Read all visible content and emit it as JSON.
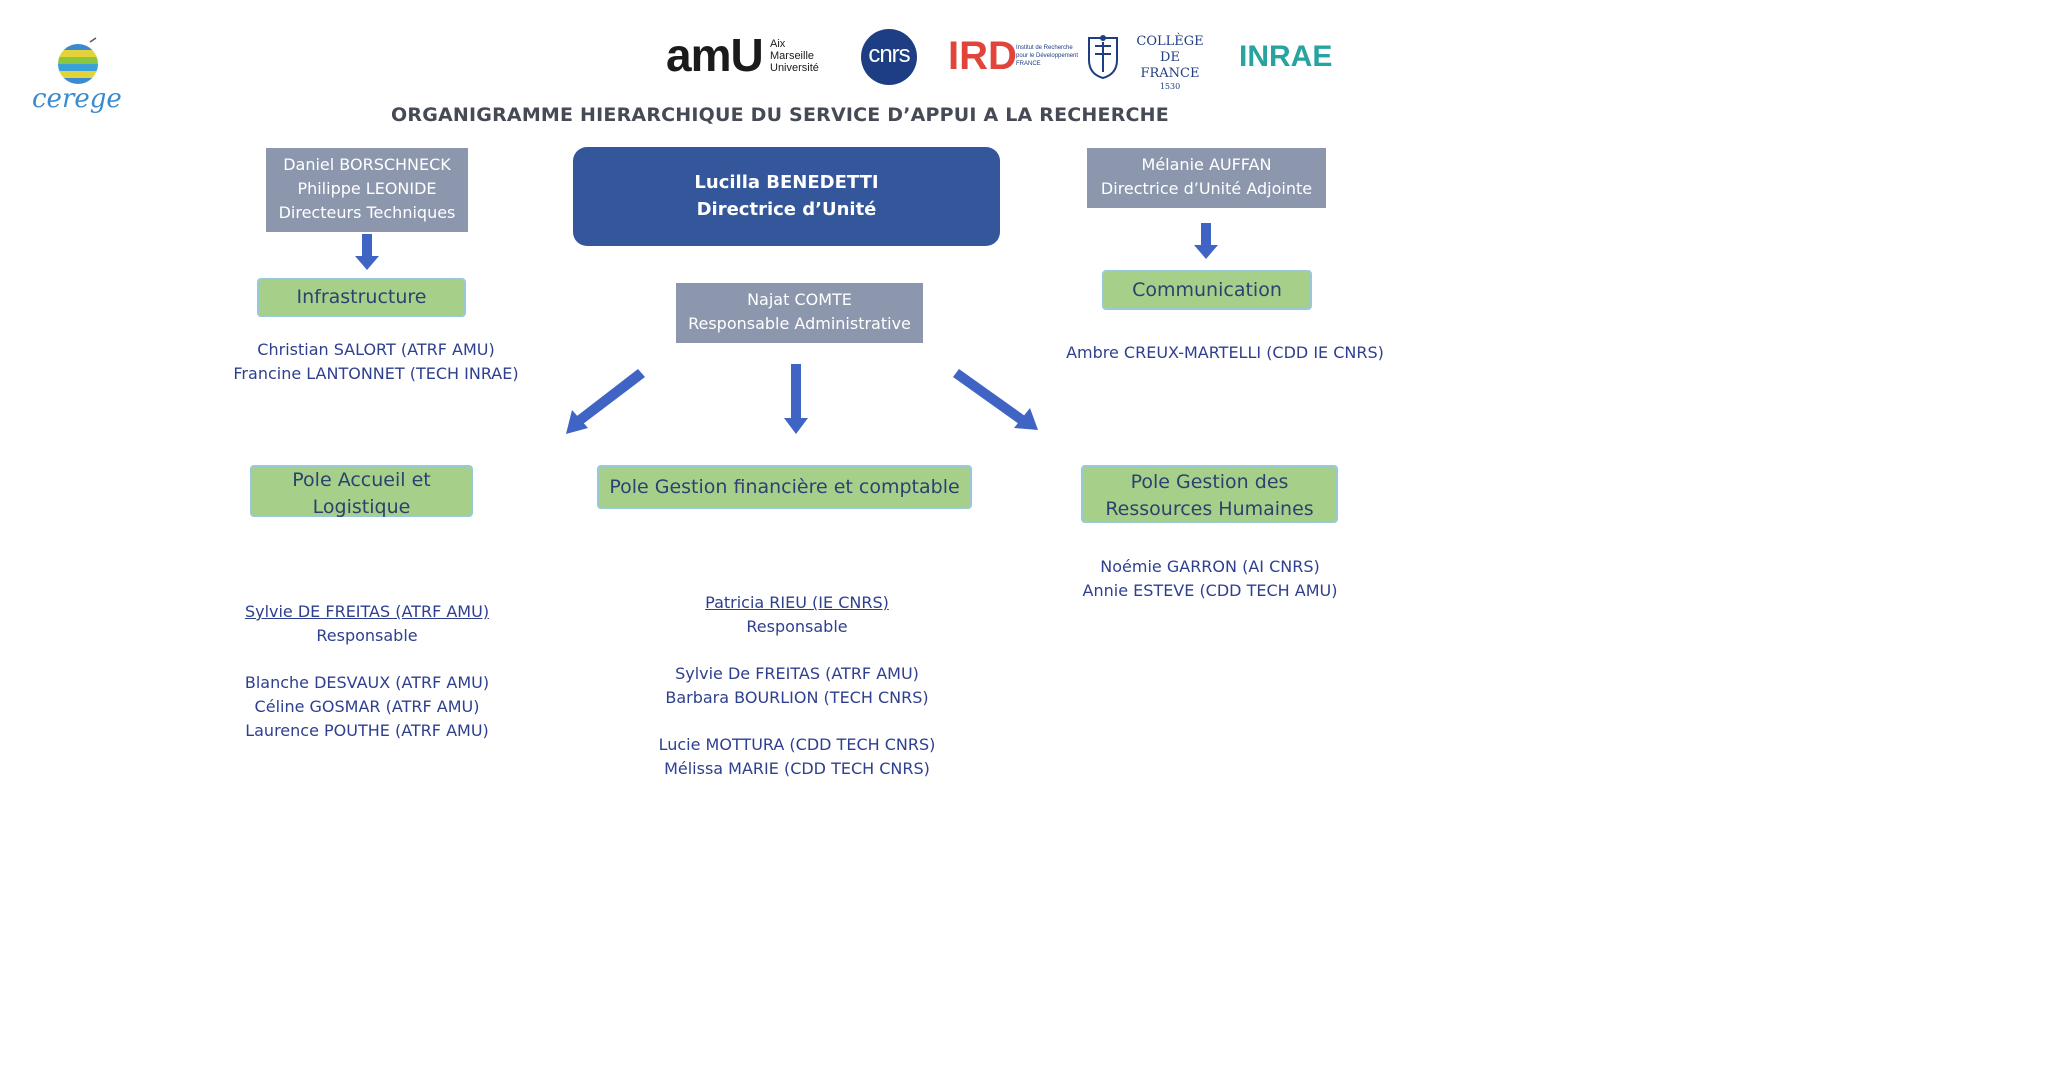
{
  "logos": {
    "cerege": "cerege",
    "amu_big": "amU",
    "amu_small": [
      "Aix",
      "Marseille",
      "Université"
    ],
    "cnrs": "cnrs",
    "ird_big": "IRD",
    "ird_small": [
      "Institut de Recherche",
      "pour le Développement",
      "FRANCE"
    ],
    "college_de_france": [
      "COLLÈGE",
      "DE FRANCE"
    ],
    "college_de_france_year": "1530",
    "inrae": "INRAE"
  },
  "title": "ORGANIGRAMME HIERARCHIQUE DU SERVICE D’APPUI A LA RECHERCHE",
  "director": {
    "name": "Lucilla BENEDETTI",
    "role": "Directrice d’Unité"
  },
  "technical_directors": [
    "Daniel BORSCHNECK",
    "Philippe LEONIDE",
    "Directeurs Techniques"
  ],
  "deputy_director": [
    "Mélanie AUFFAN",
    "Directrice d’Unité Adjointe"
  ],
  "admin": [
    "Najat COMTE",
    "Responsable Administrative"
  ],
  "infrastructure": {
    "label": "Infrastructure",
    "people": [
      "Christian SALORT (ATRF AMU)",
      "Francine LANTONNET (TECH INRAE)"
    ]
  },
  "communication": {
    "label": "Communication",
    "people": [
      "Ambre CREUX-MARTELLI (CDD IE CNRS)"
    ]
  },
  "poles": {
    "accueil": {
      "label": [
        "Pole Accueil et",
        "Logistique"
      ],
      "head": "Sylvie DE FREITAS (ATRF AMU)",
      "head_role": "Responsable",
      "members": [
        "Blanche DESVAUX (ATRF AMU)",
        "Céline GOSMAR (ATRF AMU)",
        "Laurence POUTHE (ATRF AMU)"
      ]
    },
    "finance": {
      "label": "Pole Gestion financière et comptable",
      "head": "Patricia RIEU (IE CNRS)",
      "head_role": "Responsable",
      "members": [
        "Sylvie De FREITAS (ATRF AMU)",
        "Barbara BOURLION (TECH CNRS)"
      ],
      "members_cdd": [
        "Lucie MOTTURA (CDD TECH CNRS)",
        "Mélissa MARIE (CDD TECH CNRS)"
      ]
    },
    "rh": {
      "label": [
        "Pole Gestion des",
        "Ressources Humaines"
      ],
      "members": [
        "Noémie GARRON (AI CNRS)",
        "Annie ESTEVE (CDD TECH AMU)"
      ]
    }
  },
  "colors": {
    "director_box": "#34569a",
    "grey_box": "#8c97ae",
    "green_box": "#a6d08a",
    "arrow": "#3f64c4",
    "text_blue": "#2e3f8f"
  }
}
